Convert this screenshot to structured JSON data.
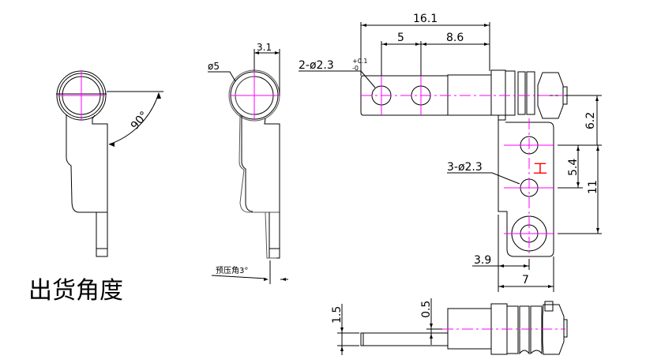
{
  "left_view": {
    "caption": "出货角度",
    "angle_label": "90°"
  },
  "middle_view": {
    "diameter_label": "ø5",
    "offset_label": "3.1",
    "preload_label": "预压角3°"
  },
  "top_right_view": {
    "overall_length": "16.1",
    "hole_pitch": "5",
    "hole_to_end": "8.6",
    "hole_callout": "2-ø2.3",
    "tol_upper": "+0.1",
    "tol_lower": "-0",
    "offset_vertical": "6.2"
  },
  "side_plate_view": {
    "hole_callout": "3-ø2.3",
    "hole_pitch": "5.4",
    "hole_span": "11",
    "center_offset": "3.9",
    "width": "7",
    "mark": "工"
  },
  "bottom_view": {
    "pin_thickness": "1.5",
    "step_offset": "0.5"
  },
  "colors": {
    "lines": "#000000",
    "center_lines": "#ff00ff",
    "mark": "#ff0000"
  }
}
